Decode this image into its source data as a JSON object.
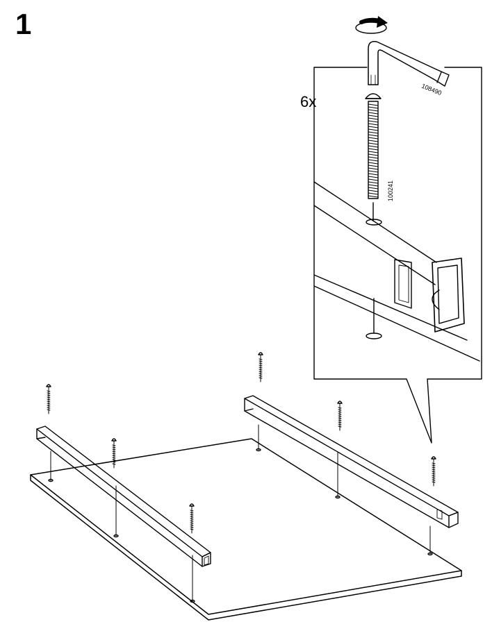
{
  "step": {
    "number": "1"
  },
  "detail": {
    "quantity": "6x",
    "allen_key_part_no": "108490",
    "bolt_part_no": "100241"
  },
  "colors": {
    "line": "#000000",
    "background": "#ffffff"
  }
}
